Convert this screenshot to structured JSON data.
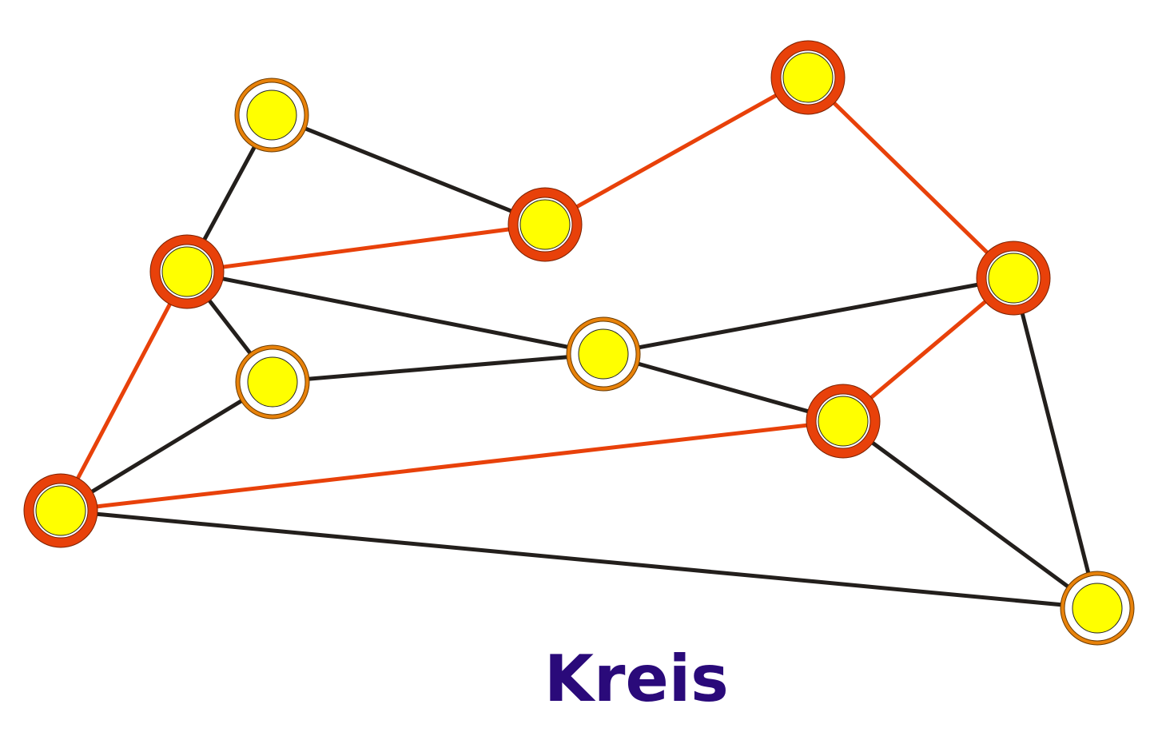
{
  "caption": "Kreis",
  "colors": {
    "caption": "#2a0a7a",
    "edge_normal": "#231f1c",
    "edge_cycle": "#e8410a",
    "node_fill": "#ffff00",
    "ring_cycle": "#e8410a",
    "ring_normal": "#e8820a",
    "ring_gap": "#ffffff"
  },
  "nodes": [
    {
      "id": "n1",
      "in_cycle": false
    },
    {
      "id": "n2",
      "in_cycle": true
    },
    {
      "id": "n3",
      "in_cycle": true
    },
    {
      "id": "n4",
      "in_cycle": true
    },
    {
      "id": "n5",
      "in_cycle": true
    },
    {
      "id": "n6",
      "in_cycle": false
    },
    {
      "id": "n7",
      "in_cycle": false
    },
    {
      "id": "n8",
      "in_cycle": true
    },
    {
      "id": "n9",
      "in_cycle": true
    },
    {
      "id": "n10",
      "in_cycle": false
    }
  ],
  "edges": [
    {
      "from": "n1",
      "to": "n4",
      "in_cycle": false
    },
    {
      "from": "n1",
      "to": "n3",
      "in_cycle": false
    },
    {
      "from": "n2",
      "to": "n3",
      "in_cycle": true
    },
    {
      "from": "n2",
      "to": "n5",
      "in_cycle": true
    },
    {
      "from": "n4",
      "to": "n3",
      "in_cycle": true
    },
    {
      "from": "n4",
      "to": "n9",
      "in_cycle": true
    },
    {
      "from": "n4",
      "to": "n6",
      "in_cycle": false
    },
    {
      "from": "n4",
      "to": "n7",
      "in_cycle": false
    },
    {
      "from": "n7",
      "to": "n6",
      "in_cycle": false
    },
    {
      "from": "n7",
      "to": "n9",
      "in_cycle": false
    },
    {
      "from": "n6",
      "to": "n5",
      "in_cycle": false
    },
    {
      "from": "n6",
      "to": "n8",
      "in_cycle": false
    },
    {
      "from": "n5",
      "to": "n8",
      "in_cycle": true
    },
    {
      "from": "n5",
      "to": "n10",
      "in_cycle": false
    },
    {
      "from": "n8",
      "to": "n9",
      "in_cycle": true
    },
    {
      "from": "n8",
      "to": "n10",
      "in_cycle": false
    },
    {
      "from": "n9",
      "to": "n10",
      "in_cycle": false
    }
  ]
}
